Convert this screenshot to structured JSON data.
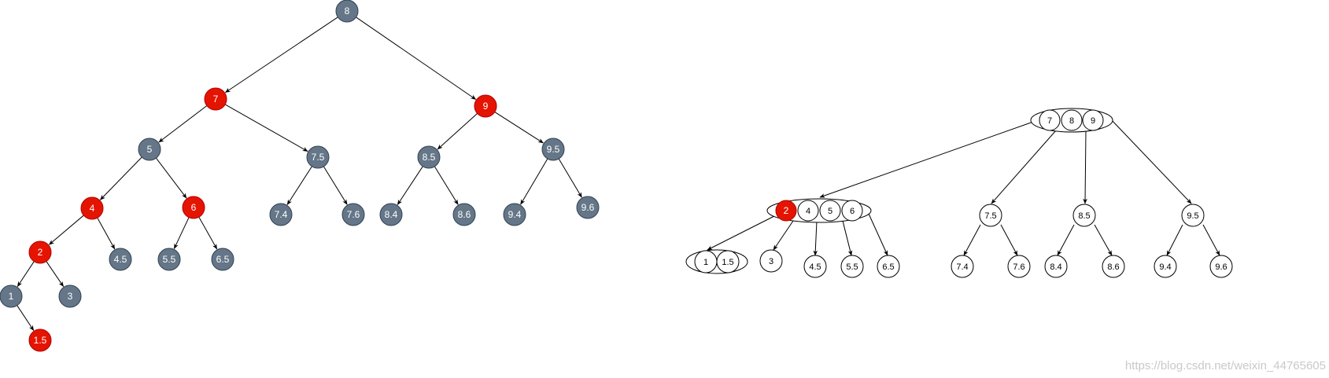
{
  "colors": {
    "red": "#e51400",
    "black_node": "#647687",
    "black_node_stroke": "#314354",
    "edge": "#000000",
    "btree_node_fill": "#ffffff",
    "watermark": "#c9c9c9"
  },
  "red_black_tree": {
    "nodes": [
      {
        "id": "rb8",
        "label": "8",
        "color": "black"
      },
      {
        "id": "rb7",
        "label": "7",
        "color": "red"
      },
      {
        "id": "rb9",
        "label": "9",
        "color": "red"
      },
      {
        "id": "rb5",
        "label": "5",
        "color": "black"
      },
      {
        "id": "rb7_5",
        "label": "7.5",
        "color": "black"
      },
      {
        "id": "rb8_5",
        "label": "8.5",
        "color": "black"
      },
      {
        "id": "rb9_5",
        "label": "9.5",
        "color": "black"
      },
      {
        "id": "rb4",
        "label": "4",
        "color": "red"
      },
      {
        "id": "rb6",
        "label": "6",
        "color": "red"
      },
      {
        "id": "rb7_4",
        "label": "7.4",
        "color": "black"
      },
      {
        "id": "rb7_6",
        "label": "7.6",
        "color": "black"
      },
      {
        "id": "rb8_4",
        "label": "8.4",
        "color": "black"
      },
      {
        "id": "rb8_6",
        "label": "8.6",
        "color": "black"
      },
      {
        "id": "rb9_4",
        "label": "9.4",
        "color": "black"
      },
      {
        "id": "rb9_6",
        "label": "9.6",
        "color": "black"
      },
      {
        "id": "rb2",
        "label": "2",
        "color": "red"
      },
      {
        "id": "rb4_5",
        "label": "4.5",
        "color": "black"
      },
      {
        "id": "rb5_5",
        "label": "5.5",
        "color": "black"
      },
      {
        "id": "rb6_5",
        "label": "6.5",
        "color": "black"
      },
      {
        "id": "rb1",
        "label": "1",
        "color": "black"
      },
      {
        "id": "rb3",
        "label": "3",
        "color": "black"
      },
      {
        "id": "rb1_5",
        "label": "1.5",
        "color": "red"
      }
    ],
    "edges": [
      [
        "rb8",
        "rb7"
      ],
      [
        "rb8",
        "rb9"
      ],
      [
        "rb7",
        "rb5"
      ],
      [
        "rb7",
        "rb7_5"
      ],
      [
        "rb9",
        "rb8_5"
      ],
      [
        "rb9",
        "rb9_5"
      ],
      [
        "rb5",
        "rb4"
      ],
      [
        "rb5",
        "rb6"
      ],
      [
        "rb7_5",
        "rb7_4"
      ],
      [
        "rb7_5",
        "rb7_6"
      ],
      [
        "rb8_5",
        "rb8_4"
      ],
      [
        "rb8_5",
        "rb8_6"
      ],
      [
        "rb9_5",
        "rb9_4"
      ],
      [
        "rb9_5",
        "rb9_6"
      ],
      [
        "rb4",
        "rb2"
      ],
      [
        "rb4",
        "rb4_5"
      ],
      [
        "rb6",
        "rb5_5"
      ],
      [
        "rb6",
        "rb6_5"
      ],
      [
        "rb2",
        "rb1"
      ],
      [
        "rb2",
        "rb3"
      ],
      [
        "rb1",
        "rb1_5"
      ]
    ]
  },
  "b_tree": {
    "nodes": [
      {
        "id": "bt_root",
        "keys": [
          {
            "label": "7",
            "color": "white"
          },
          {
            "label": "8",
            "color": "white"
          },
          {
            "label": "9",
            "color": "white"
          }
        ]
      },
      {
        "id": "bt_2456",
        "keys": [
          {
            "label": "2",
            "color": "red"
          },
          {
            "label": "4",
            "color": "white"
          },
          {
            "label": "5",
            "color": "white"
          },
          {
            "label": "6",
            "color": "white"
          }
        ]
      },
      {
        "id": "bt_7_5",
        "keys": [
          {
            "label": "7.5",
            "color": "white"
          }
        ]
      },
      {
        "id": "bt_8_5",
        "keys": [
          {
            "label": "8.5",
            "color": "white"
          }
        ]
      },
      {
        "id": "bt_9_5",
        "keys": [
          {
            "label": "9.5",
            "color": "white"
          }
        ]
      },
      {
        "id": "bt_1_15",
        "keys": [
          {
            "label": "1",
            "color": "white"
          },
          {
            "label": "1.5",
            "color": "white"
          }
        ]
      },
      {
        "id": "bt_3",
        "keys": [
          {
            "label": "3",
            "color": "white"
          }
        ]
      },
      {
        "id": "bt_4_5",
        "keys": [
          {
            "label": "4.5",
            "color": "white"
          }
        ]
      },
      {
        "id": "bt_5_5",
        "keys": [
          {
            "label": "5.5",
            "color": "white"
          }
        ]
      },
      {
        "id": "bt_6_5",
        "keys": [
          {
            "label": "6.5",
            "color": "white"
          }
        ]
      },
      {
        "id": "bt_7_4",
        "keys": [
          {
            "label": "7.4",
            "color": "white"
          }
        ]
      },
      {
        "id": "bt_7_6",
        "keys": [
          {
            "label": "7.6",
            "color": "white"
          }
        ]
      },
      {
        "id": "bt_8_4",
        "keys": [
          {
            "label": "8.4",
            "color": "white"
          }
        ]
      },
      {
        "id": "bt_8_6",
        "keys": [
          {
            "label": "8.6",
            "color": "white"
          }
        ]
      },
      {
        "id": "bt_9_4",
        "keys": [
          {
            "label": "9.4",
            "color": "white"
          }
        ]
      },
      {
        "id": "bt_9_6",
        "keys": [
          {
            "label": "9.6",
            "color": "white"
          }
        ]
      }
    ],
    "edges": [
      [
        "bt_root",
        "bt_2456"
      ],
      [
        "bt_root",
        "bt_7_5"
      ],
      [
        "bt_root",
        "bt_8_5"
      ],
      [
        "bt_root",
        "bt_9_5"
      ],
      [
        "bt_2456",
        "bt_1_15"
      ],
      [
        "bt_2456",
        "bt_3"
      ],
      [
        "bt_2456",
        "bt_4_5"
      ],
      [
        "bt_2456",
        "bt_5_5"
      ],
      [
        "bt_2456",
        "bt_6_5"
      ],
      [
        "bt_7_5",
        "bt_7_4"
      ],
      [
        "bt_7_5",
        "bt_7_6"
      ],
      [
        "bt_8_5",
        "bt_8_4"
      ],
      [
        "bt_8_5",
        "bt_8_6"
      ],
      [
        "bt_9_5",
        "bt_9_4"
      ],
      [
        "bt_9_5",
        "bt_9_6"
      ]
    ]
  },
  "watermark": "https://blog.csdn.net/weixin_44765605"
}
